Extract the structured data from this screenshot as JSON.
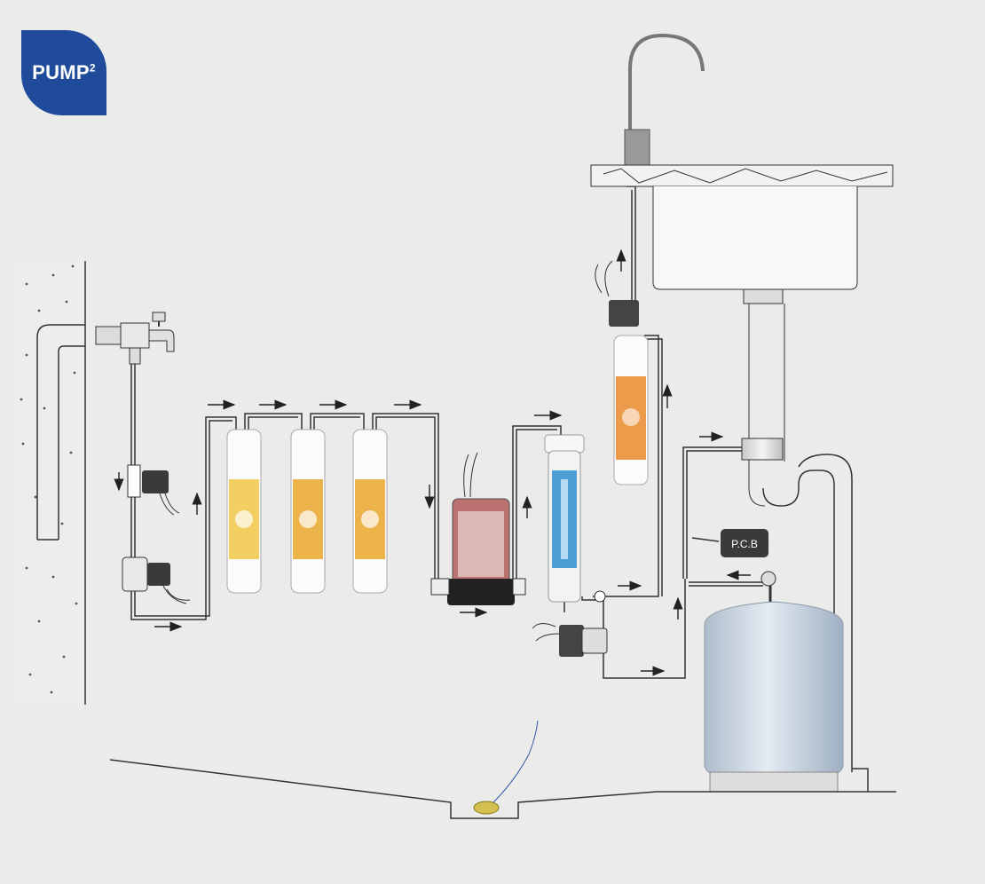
{
  "brand": {
    "name": "PUMP",
    "superscript": "2",
    "color": "#1f4b9a"
  },
  "labels": {
    "pcb": "P.C.B"
  },
  "colors": {
    "background": "#ebecea",
    "pipe": "#333333",
    "tank": "#cdd8e3",
    "filter_yellow": "#f0c43a",
    "filter_orange": "#e98a2a",
    "membrane_blue": "#2f8fd0"
  },
  "icons": [
    "wall-icon",
    "inlet-valve-icon",
    "solenoid-valve-icon",
    "pressure-switch-icon",
    "sediment-filter-icon",
    "carbon-filter-icon",
    "booster-pump-icon",
    "ro-membrane-icon",
    "post-filter-icon",
    "faucet-icon",
    "sink-icon",
    "drain-clamp-icon",
    "pcb-icon",
    "storage-tank-icon",
    "leak-sensor-icon",
    "flow-arrow-icon"
  ]
}
